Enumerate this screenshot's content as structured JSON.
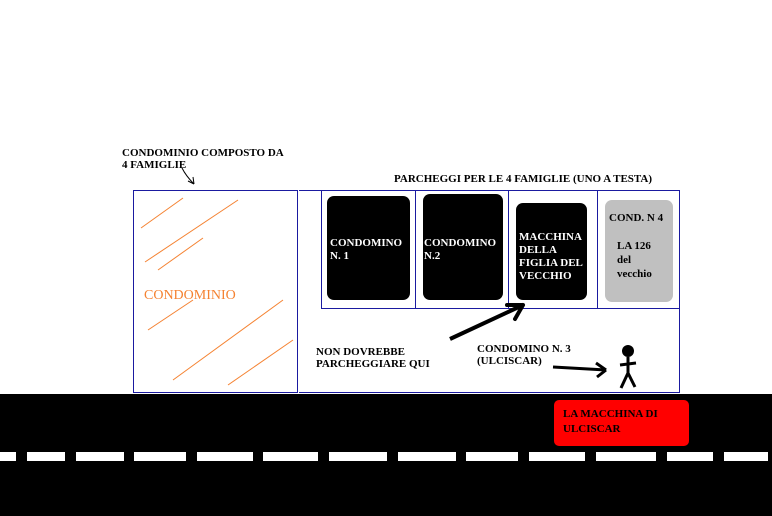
{
  "colors": {
    "background": "#ffffff",
    "outline_blue": "#1a1aa0",
    "condominio_text": "#f58231",
    "hatch": "#f58231",
    "car_black": "#000000",
    "car_grey": "#c0c0c0",
    "road": "#000000",
    "red_car": "#ff0000"
  },
  "labels": {
    "building_caption": "CONDOMINIO COMPOSTO DA\n4 FAMIGLIE",
    "building_name": "CONDOMINIO",
    "parking_caption": "PARCHEGGI PER LE 4 FAMIGLIE (UNO A TESTA)",
    "car1": "CONDOMINO\nN. 1",
    "car2": "CONDOMINO\nN.2",
    "car3": "MACCHINA\nDELLA\nFIGLIA DEL\nVECCHIO",
    "car4_header": "COND. N 4",
    "car4_body": "LA 126\ndel\nvecchio",
    "warning": "NON DOVREBBE\nPARCHEGGIARE QUI",
    "condomino3": "CONDOMINO N. 3\n(ULCISCAR)",
    "red_car": "LA MACCHINA DI\nULCISCAR"
  },
  "icons": {
    "person": "stick-figure-icon",
    "arrows": "arrow-icon"
  }
}
